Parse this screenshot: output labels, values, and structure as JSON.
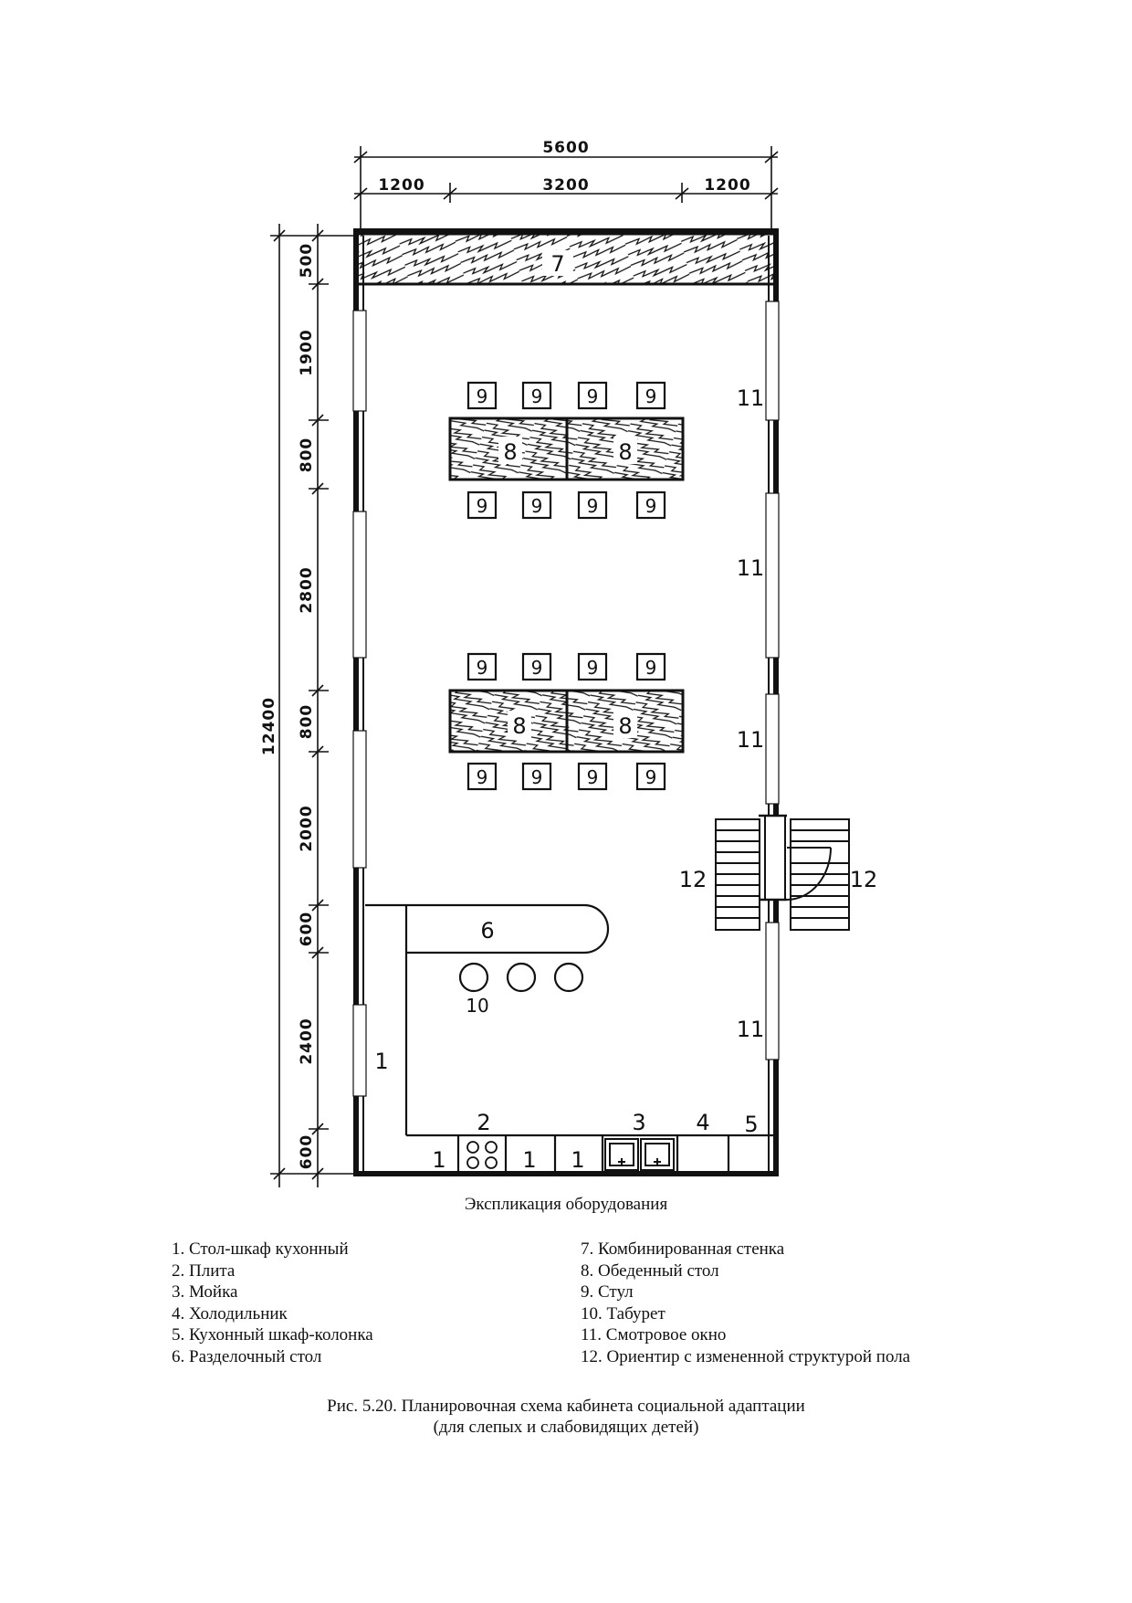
{
  "dimensions": {
    "total_width": "5600",
    "width_left": "1200",
    "width_mid": "3200",
    "width_right": "1200",
    "total_height": "12400",
    "h_500": "500",
    "h_1900": "1900",
    "h_800a": "800",
    "h_2800": "2800",
    "h_800b": "800",
    "h_2000": "2000",
    "h_600a": "600",
    "h_2400": "2400",
    "h_600b": "600"
  },
  "plan_labels": {
    "wall_unit": "7",
    "table": "8",
    "chair": "9",
    "window": "11",
    "ramp": "12",
    "prep_table": "6",
    "stool": "10",
    "cabinet": "1",
    "stove": "2",
    "sink": "3",
    "fridge": "4",
    "column_cabinet": "5"
  },
  "legend": {
    "title": "Экспликация оборудования",
    "left": [
      "1. Стол-шкаф кухонный",
      "2. Плита",
      "3. Мойка",
      "4. Холодильник",
      "5. Кухонный шкаф-колонка",
      "6. Разделочный стол"
    ],
    "right": [
      "7. Комбинированная стенка",
      "8. Обеденный стол",
      "9. Стул",
      "10. Табурет",
      "11. Смотровое окно",
      "12. Ориентир с измененной структурой пола"
    ]
  },
  "caption": {
    "line1": "Рис. 5.20. Планировочная схема кабинета социальной адаптации",
    "line2": "(для слепых и слабовидящих детей)"
  }
}
